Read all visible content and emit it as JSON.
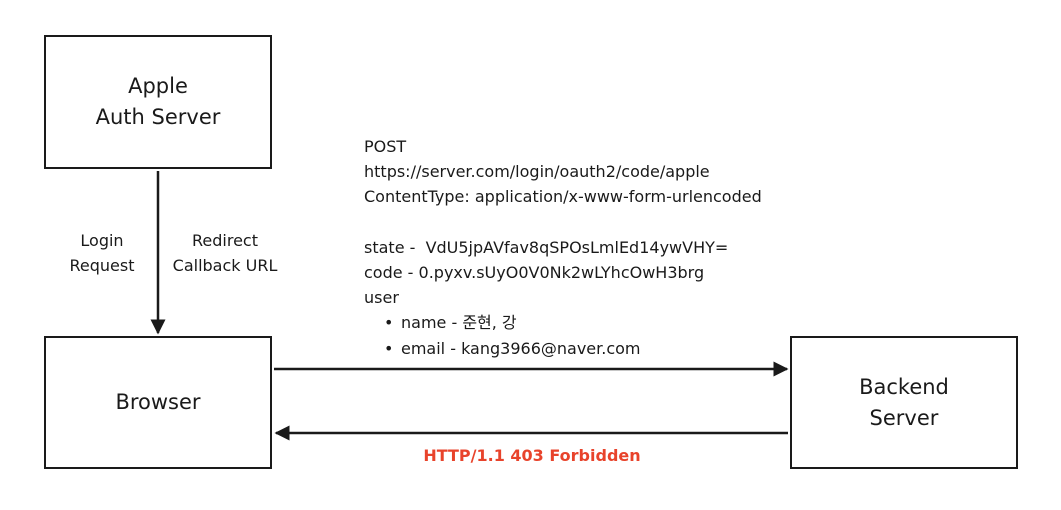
{
  "nodes": {
    "apple": "Apple\nAuth Server",
    "browser": "Browser",
    "backend": "Backend\nServer"
  },
  "edges": {
    "login_request": "Login\nRequest",
    "redirect_callback": "Redirect\nCallback URL",
    "response": "HTTP/1.1 403 Forbidden"
  },
  "request": {
    "method": "POST",
    "url": "https://server.com/login/oauth2/code/apple",
    "content_type": "ContentType: application/x-www-form-urlencoded",
    "state": "state -  VdU5jpAVfav8qSPOsLmlEd14ywVHY=",
    "code": "code - 0.pyxv.sUyO0V0Nk2wLYhcOwH3brg",
    "user_label": "user",
    "user_fields": [
      "name - 준현, 강",
      "email - kang3966@naver.com"
    ],
    "bullet": "•"
  },
  "colors": {
    "stroke": "#1a1a1a",
    "error": "#e8432b"
  }
}
